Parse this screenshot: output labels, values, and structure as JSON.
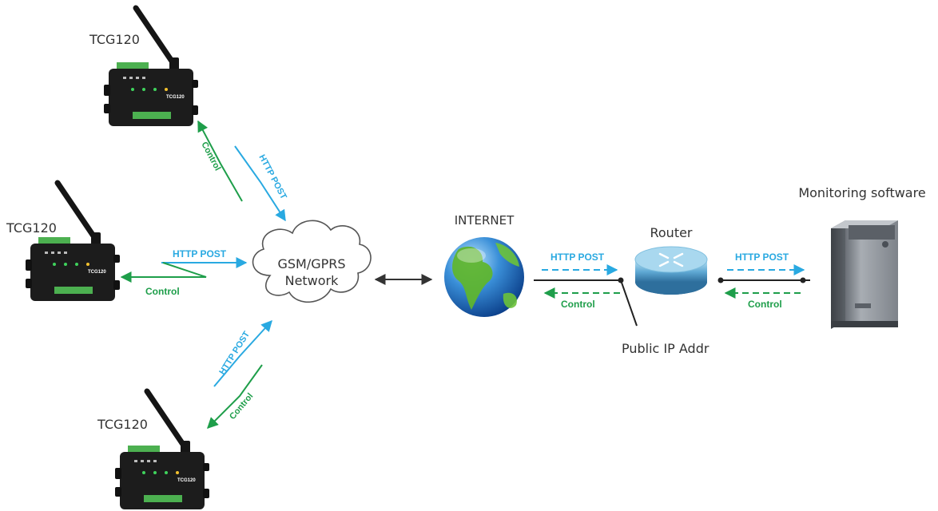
{
  "colors": {
    "http_post": "#29a9e1",
    "control": "#1e9e4a",
    "device_body": "#1c1c1c",
    "terminal": "#4cb050",
    "line": "#333333"
  },
  "devices": [
    {
      "label": "TCG120",
      "face_label": "TCG120"
    },
    {
      "label": "TCG120",
      "face_label": "TCG120"
    },
    {
      "label": "TCG120",
      "face_label": "TCG120"
    }
  ],
  "links": {
    "top": {
      "up": "HTTP POST",
      "down": "Control"
    },
    "mid": {
      "up": "HTTP POST",
      "down": "Control"
    },
    "bottom": {
      "up": "HTTP POST",
      "down": "Control"
    },
    "internet_router": {
      "forward": "HTTP POST",
      "back": "Control"
    },
    "router_server": {
      "forward": "HTTP POST",
      "back": "Control"
    }
  },
  "nodes": {
    "cloud_line1": "GSM/GPRS",
    "cloud_line2": "Network",
    "internet": "INTERNET",
    "router": "Router",
    "public_ip": "Public IP Addr",
    "monitoring": "Monitoring software"
  }
}
